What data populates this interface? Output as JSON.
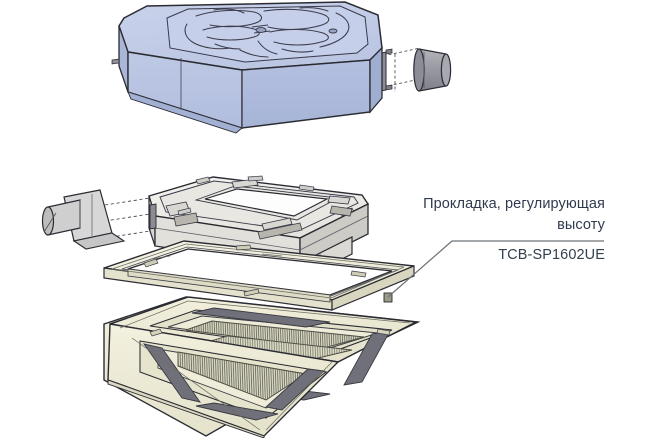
{
  "figure": {
    "kind": "exploded-assembly-diagram",
    "subject": "ceiling cassette air conditioner indoor unit",
    "background_color": "#ffffff"
  },
  "annotations": {
    "spacer_label_line1": "Прокладка, регулирующая",
    "spacer_label_line2": "высоту",
    "spacer_part_number": "TCB-SP1602UE",
    "text_color": "#2f3a4f",
    "leader_color": "#6f7478"
  },
  "parts": [
    {
      "id": "indoor-unit-body",
      "name": "indoor unit body",
      "fill": "#b9c5e2",
      "fill_top": "#c3cde7",
      "fill_side_dark": "#aab7d8",
      "stroke": "#2b2b33"
    },
    {
      "id": "drain-pump-connector",
      "name": "drain pump connector",
      "fill": "#9a9aa2",
      "stroke": "#2b2b33"
    },
    {
      "id": "height-spacer-chassis",
      "name": "height adjusting spacer chassis",
      "fill": "#eceae4",
      "fill_top": "#f2f1ec",
      "stroke": "#2b2b33"
    },
    {
      "id": "duct-flange-inlet",
      "name": "fresh air duct flange",
      "fill": "#d9d9d9",
      "stroke": "#2b2b33"
    },
    {
      "id": "spacer-ring",
      "name": "height adjusting spacer TCB-SP1602UE",
      "fill": "#eeecd6",
      "fill_top": "#f4f2e2",
      "stroke": "#2b2b33"
    },
    {
      "id": "decorative-grille-panel",
      "name": "decorative grille panel",
      "fill": "#ebe9d2",
      "fill_top": "#f1efdd",
      "stroke": "#2b2b33"
    },
    {
      "id": "air-filter-mesh",
      "name": "air intake filter mesh",
      "fill": "#cdcdb8",
      "stroke": "#54544a"
    },
    {
      "id": "louver-vane",
      "name": "air discharge louver vane",
      "fill": "#6f6f78",
      "stroke": "#3a3a42"
    }
  ],
  "colors": {
    "unit_blue": "#b9c5e2",
    "unit_blue_top": "#c3cde7",
    "unit_blue_dark": "#aab7d8",
    "chassis_gray": "#eceae4",
    "spacer_cream": "#eeecd6",
    "panel_cream": "#ebe9d2",
    "louver_gray": "#6f6f78",
    "outline": "#2b2b33",
    "mesh": "#b9b9a3"
  }
}
